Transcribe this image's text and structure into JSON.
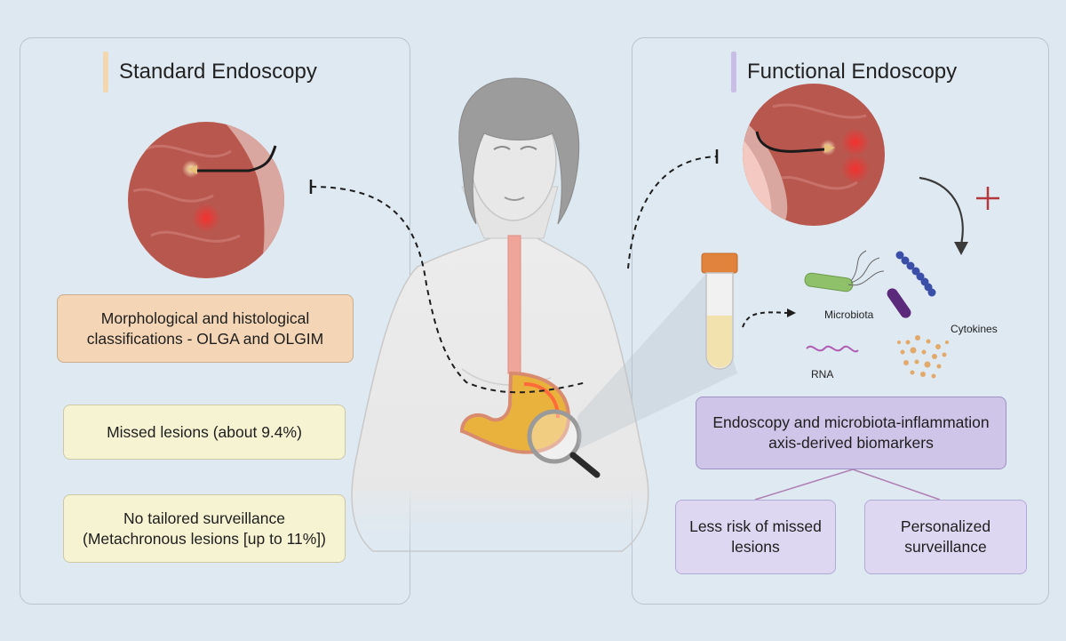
{
  "left": {
    "title": "Standard Endoscopy",
    "boxes": [
      "Morphological and histological classifications - OLGA and OLGIM",
      "Missed lesions (about 9.4%)",
      "No tailored surveillance (Metachronous lesions [up to 11%])"
    ]
  },
  "right": {
    "title": "Functional Endoscopy",
    "labels": {
      "microbiota": "Microbiota",
      "cytokines": "Cytokines",
      "rna": "RNA"
    },
    "main_box": "Endoscopy and microbiota-inflammation axis-derived biomarkers",
    "outcomes": [
      "Less risk of missed lesions",
      "Personalized surveillance"
    ]
  },
  "colors": {
    "background": "#dde8f1",
    "standard_accent": "#f2d7b0",
    "functional_accent": "#c9bfe6",
    "tissue": "#b8574e",
    "plus_sign": "#b5373d"
  },
  "icons": [
    "endoscopy-view-icon",
    "woman-torso-icon",
    "stomach-icon",
    "magnifier-icon",
    "sample-tube-icon",
    "bacteria-icon",
    "rna-strand-icon",
    "cytokines-dots-icon",
    "plus-icon"
  ]
}
